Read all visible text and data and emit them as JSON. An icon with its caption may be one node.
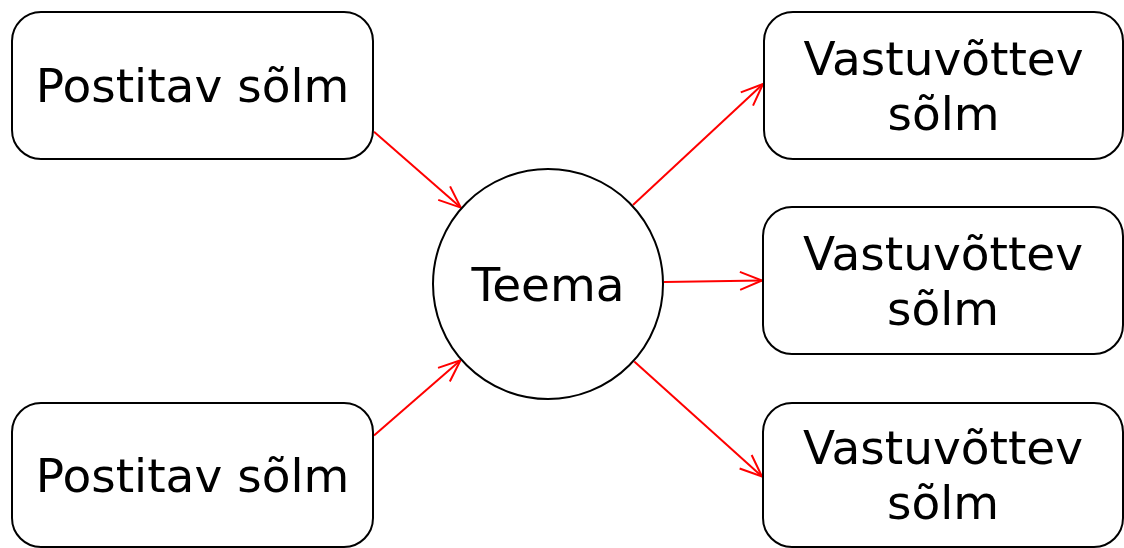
{
  "diagram": {
    "nodes": [
      {
        "text": [
          "Postitav sõlm"
        ]
      },
      {
        "text": [
          "Postitav sõlm"
        ]
      },
      {
        "text": [
          "Teema"
        ]
      },
      {
        "text": [
          "Vastuvõttev sõlm"
        ]
      },
      {
        "text": [
          "Vastuvõttev sõlm"
        ]
      },
      {
        "text": [
          "Vastuvõttev sõlm"
        ]
      }
    ],
    "edges": [
      {
        "from": 0,
        "to": 2,
        "arrow": "to"
      },
      {
        "from": 1,
        "to": 2,
        "arrow": "to"
      },
      {
        "from": 2,
        "to": 3,
        "arrow": "to"
      },
      {
        "from": 2,
        "to": 4,
        "arrow": "to"
      },
      {
        "from": 2,
        "to": 5,
        "arrow": "to"
      }
    ]
  }
}
